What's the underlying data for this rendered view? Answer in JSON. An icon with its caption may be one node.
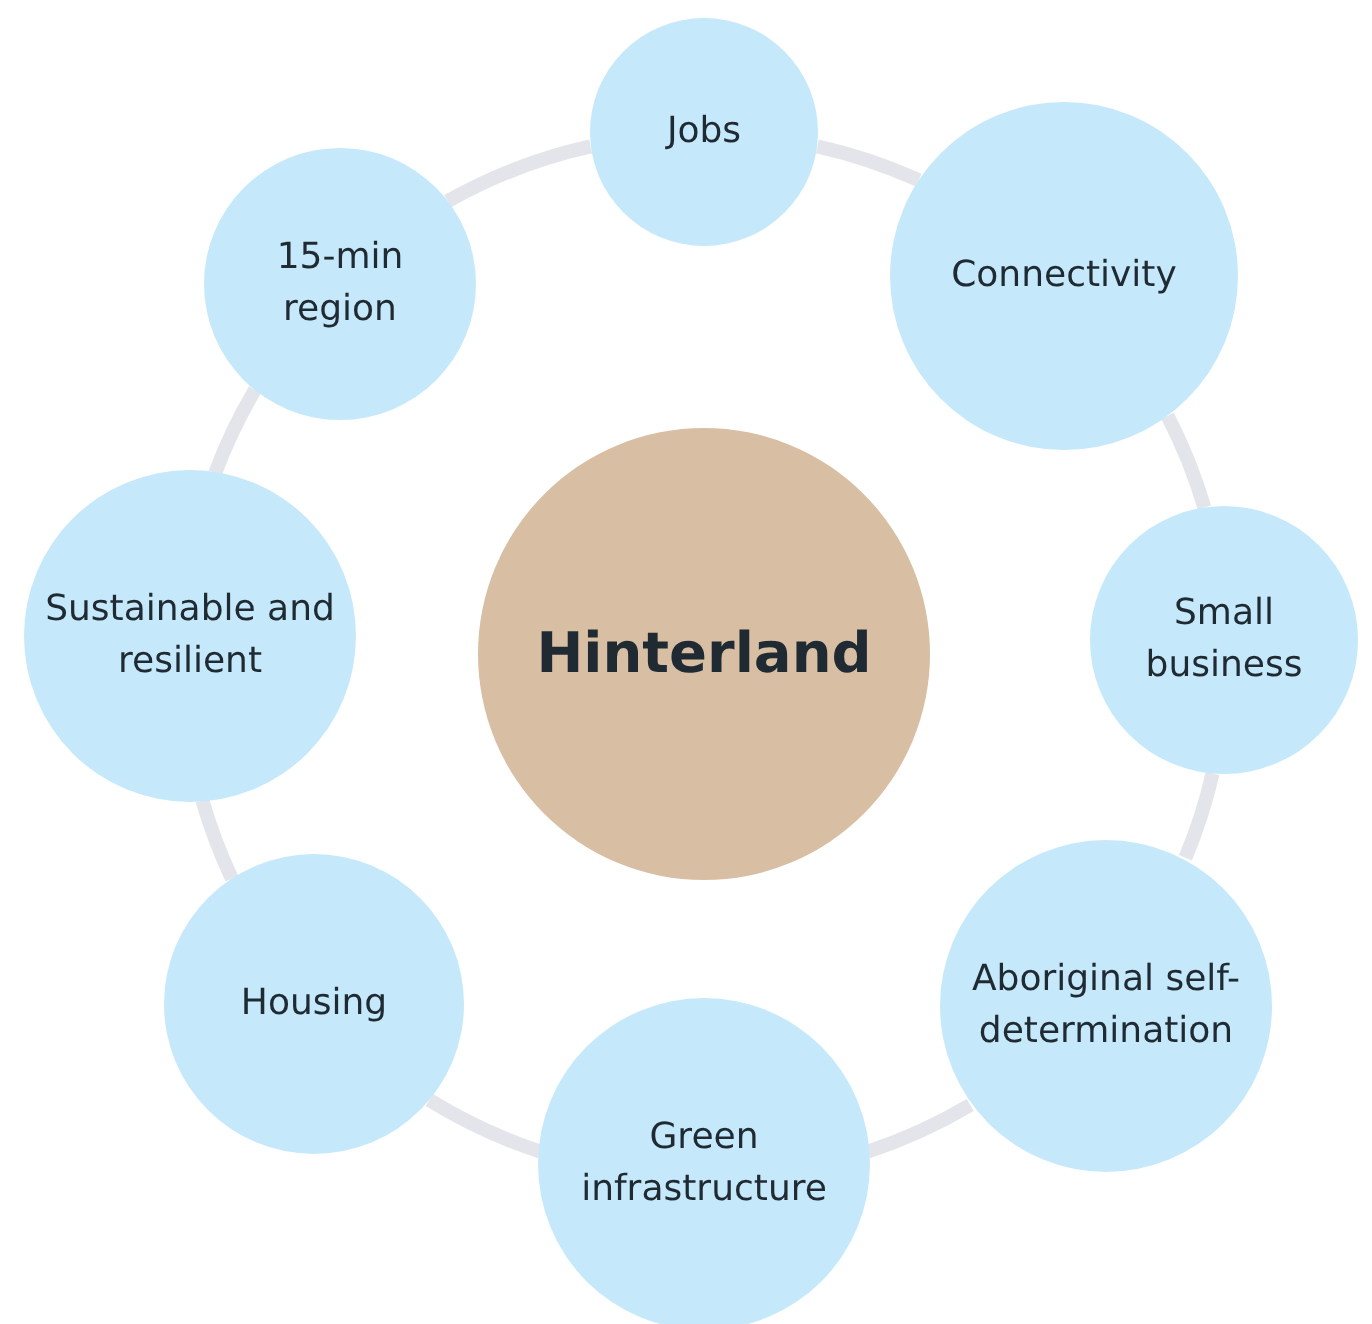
{
  "diagram": {
    "nodes": [
      {
        "text": [
          "Hinterland"
        ]
      },
      {
        "text": [
          "Jobs"
        ]
      },
      {
        "text": [
          "Connectivity"
        ]
      },
      {
        "text": [
          "Small business"
        ]
      },
      {
        "text": [
          "Aboriginal self-determination"
        ]
      },
      {
        "text": [
          "Green infrastructure"
        ]
      },
      {
        "text": [
          "Housing"
        ]
      },
      {
        "text": [
          "Sustainable and resilient"
        ]
      },
      {
        "text": [
          "15-min region"
        ]
      }
    ],
    "edges": [
      {
        "from": 1,
        "to": 2,
        "arrow": "none"
      },
      {
        "from": 2,
        "to": 3,
        "arrow": "none"
      },
      {
        "from": 3,
        "to": 4,
        "arrow": "none"
      },
      {
        "from": 4,
        "to": 5,
        "arrow": "none"
      },
      {
        "from": 5,
        "to": 6,
        "arrow": "none"
      },
      {
        "from": 6,
        "to": 7,
        "arrow": "none"
      },
      {
        "from": 7,
        "to": 8,
        "arrow": "none"
      },
      {
        "from": 8,
        "to": 1,
        "arrow": "none"
      }
    ]
  }
}
